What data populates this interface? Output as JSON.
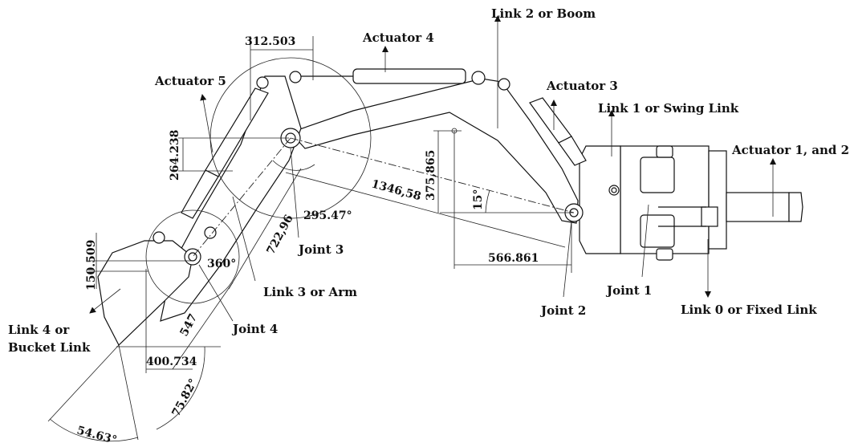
{
  "labels": {
    "link2": "Link 2 or Boom",
    "actuator4": "Actuator 4",
    "actuator5": "Actuator 5",
    "actuator3": "Actuator 3",
    "link1": "Link 1 or Swing Link",
    "actuator12": "Actuator 1, and 2",
    "joint3": "Joint 3",
    "link3": "Link 3 or Arm",
    "joint4": "Joint 4",
    "link4_line1": "Link 4 or",
    "link4_line2": "Bucket Link",
    "joint2": "Joint 2",
    "joint1": "Joint 1",
    "link0": "Link 0 or Fixed Link"
  },
  "dimensions": {
    "d312": "312.503",
    "d264": "264.238",
    "d1346": "1346,58",
    "d375": "375,865",
    "d15": "15°",
    "d566": "566.861",
    "d295": "295.47°",
    "d722": "722,96",
    "d360": "360°",
    "d150": "150.509",
    "d547": "547",
    "d400": "400.734",
    "d75": "75.82°",
    "d54": "54.63°"
  }
}
